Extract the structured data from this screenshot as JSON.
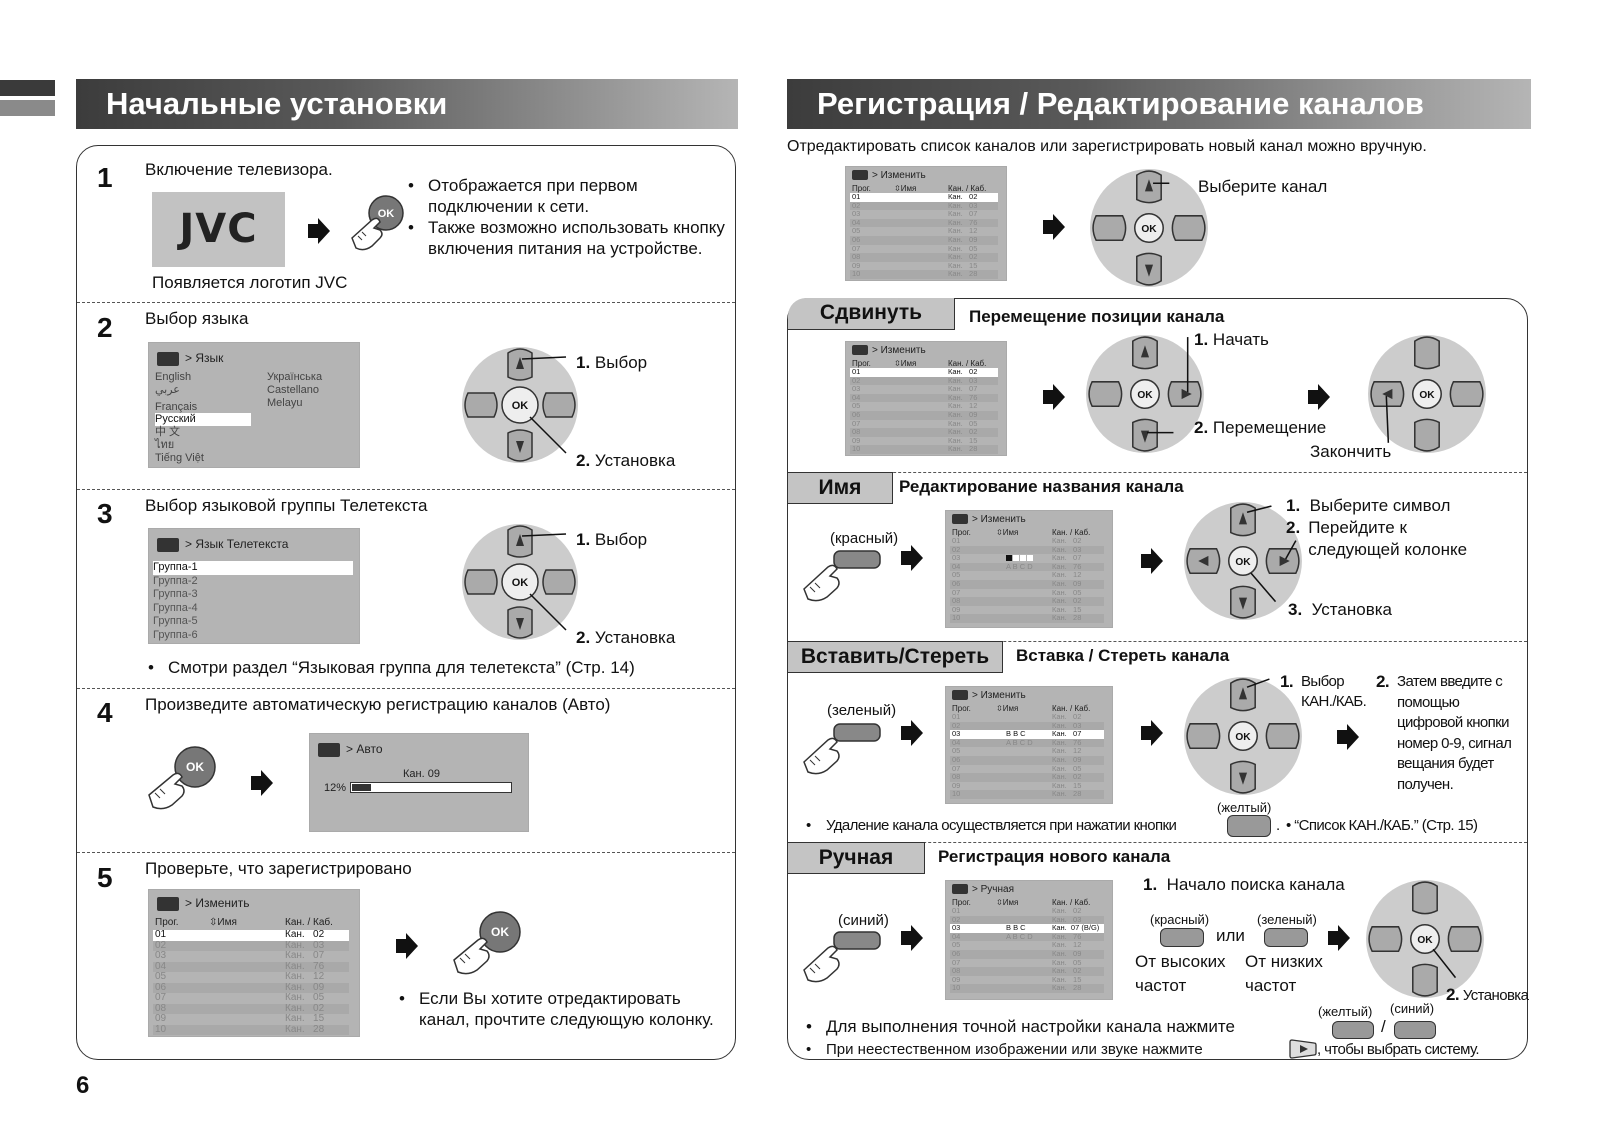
{
  "page_number": "6",
  "left": {
    "header": "Начальные установки",
    "step1": {
      "num": "1",
      "title": "Включение телевизора.",
      "logo": "JVC",
      "caption": "Появляется логотип JVC",
      "bullets": [
        "Отображается при первом подключении к сети.",
        "Также возможно использовать кнопку включения питания на устройстве."
      ]
    },
    "step2": {
      "num": "2",
      "title": "Выбор языка",
      "osd_title": "> Язык",
      "langs_left": [
        "English",
        "عربي",
        "Français",
        "Русский",
        "中 文",
        "ไทย",
        "Tiếng Việt"
      ],
      "langs_right": [
        "Українська",
        "Castellano",
        "Melayu"
      ],
      "call1_num": "1.",
      "call1": "Выбор",
      "call2_num": "2.",
      "call2": "Установка"
    },
    "step3": {
      "num": "3",
      "title": "Выбор языковой группы Телетекста",
      "osd_title": "> Язык Телетекста",
      "groups": [
        "Группа-1",
        "Группа-2",
        "Группа-3",
        "Группа-4",
        "Группа-5",
        "Группа-6"
      ],
      "call1_num": "1.",
      "call1": "Выбор",
      "call2_num": "2.",
      "call2": "Установка",
      "note": "Смотри раздел “Языковая группа для телетекста” (Стр. 14)"
    },
    "step4": {
      "num": "4",
      "title": "Произведите автоматическую регистрацию каналов (Авто)",
      "osd_title": "> Авто",
      "channel": "Кан. 09",
      "percent": "12%",
      "progress": 0.12
    },
    "step5": {
      "num": "5",
      "title": "Проверьте, что зарегистрировано",
      "osd_title": "> Изменить",
      "col_prog": "Прог.",
      "col_name": "⇳Имя",
      "col_ch": "Кан. / Каб.",
      "progs": [
        "01",
        "02",
        "03",
        "04",
        "05",
        "06",
        "07",
        "08",
        "09",
        "10"
      ],
      "chs": [
        "Кан.   02",
        "Кан.   03",
        "Кан.   07",
        "Кан.   76",
        "Кан.   12",
        "Кан.   09",
        "Кан.   05",
        "Кан.   02",
        "Кан.   15",
        "Кан.   28"
      ],
      "note": "Если Вы хотите отредактировать канал, прочтите следующую колонку."
    },
    "ok_label": "OK"
  },
  "right": {
    "header": "Регистрация / Редактирование каналов",
    "intro": "Отредактировать список каналов или зарегистрировать новый канал можно вручную.",
    "select_channel": "Выберите канал",
    "osd_edit_title": "> Изменить",
    "move": {
      "tab": "Сдвинуть",
      "title": "Перемещение позиции канала",
      "start_num": "1.",
      "start": "Начать",
      "move_num": "2.",
      "move_label": "Перемещение",
      "finish": "Закончить"
    },
    "name": {
      "tab": "Имя",
      "title": "Редактирование названия канала",
      "red": "(красный)",
      "s1_num": "1.",
      "s1": "Выберите символ",
      "s2_num": "2.",
      "s2": "Перейдите к следующей колонке",
      "s3_num": "3.",
      "s3": "Установка",
      "abcd": "A B C D"
    },
    "insert": {
      "tab": "Вставить/Стереть",
      "title": "Вставка / Стереть канала",
      "green": "(зеленый)",
      "s1_num": "1.",
      "s1": "Выбор КАН./КАБ.",
      "s2_num": "2.",
      "s2": "Затем введите с помощью цифровой кнопки номер 0-9, сигнал вещания будет получен.",
      "bbc": "B B C",
      "abcd": "A B C D",
      "yellow": "(желтый)",
      "delete_note": "Удаление канала осуществляется при нажатии кнопки",
      "list_note": "• “Список КАН./КАБ.” (Стр. 15)"
    },
    "manual": {
      "tab": "Ручная",
      "title": "Регистрация нового канала",
      "osd_title": "> Ручная",
      "blue": "(синий)",
      "s1_num": "1.",
      "s1": "Начало поиска канала",
      "red": "(красный)",
      "green": "(зеленый)",
      "or": "или",
      "high": "От высоких частот",
      "low": "От низких частот",
      "s2_num": "2.",
      "s2": "Установка",
      "bbc": "B B C",
      "abcd": "A B C D",
      "ch_bg": "Кан.  07 (B/G)",
      "fine_note": "Для выполнения точной настройки канала нажмите",
      "yellow": "(желтый)",
      "blue2": "(синий)",
      "slash": "/",
      "system_note": "При неестественном изображении или звуке нажмите",
      "system_tail": ", чтобы выбрать систему."
    },
    "col_prog": "Прог.",
    "col_name": "⇳Имя",
    "col_ch": "Кан. / Каб.",
    "progs": [
      "01",
      "02",
      "03",
      "04",
      "05",
      "06",
      "07",
      "08",
      "09",
      "10"
    ],
    "chs": [
      "Кан.   02",
      "Кан.   03",
      "Кан.   07",
      "Кан.   76",
      "Кан.   12",
      "Кан.   09",
      "Кан.   05",
      "Кан.   02",
      "Кан.   15",
      "Кан.   28"
    ]
  }
}
